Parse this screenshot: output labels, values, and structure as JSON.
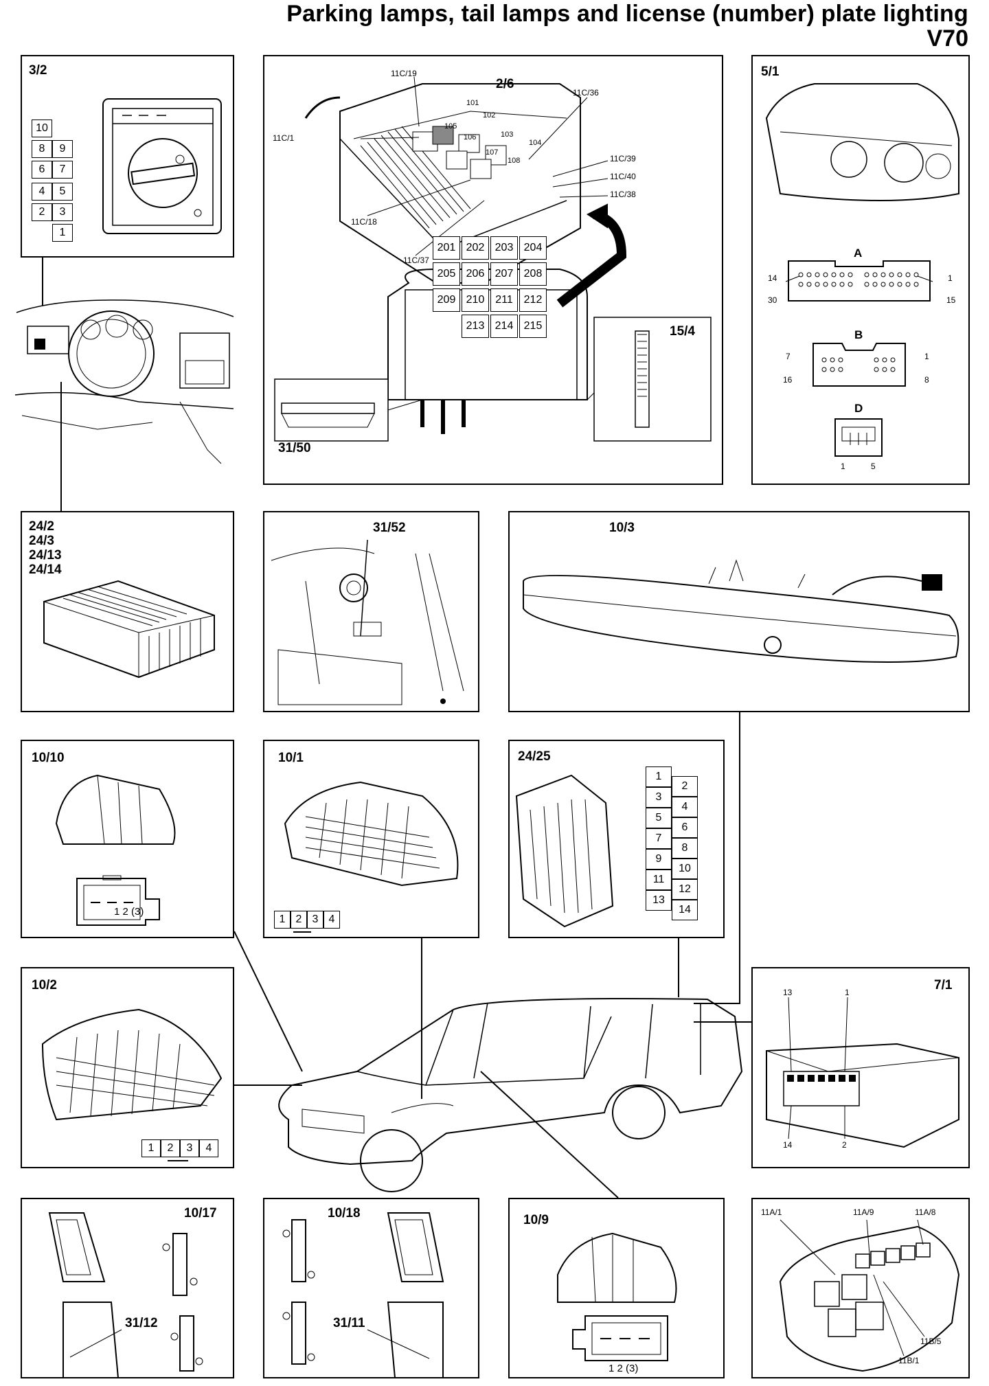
{
  "header": {
    "title": "Parking lamps, tail lamps and license (number) plate lighting",
    "model": "V70"
  },
  "panels": {
    "p3_2": {
      "label": "3/2",
      "pins": [
        "10",
        "8",
        "9",
        "6",
        "7",
        "4",
        "5",
        "2",
        "3",
        "1"
      ]
    },
    "fusebox": {
      "label": "2/6",
      "callouts": [
        "11C/19",
        "11C/36",
        "11C/1",
        "11C/39",
        "11C/40",
        "11C/38",
        "11C/18",
        "11C/37"
      ],
      "relays_top": [
        "101",
        "102",
        "103",
        "104",
        "105",
        "106",
        "107",
        "108"
      ],
      "relays_bottom": [
        "201",
        "202",
        "203",
        "204",
        "205",
        "206",
        "207",
        "208",
        "209",
        "210",
        "211",
        "212",
        "213",
        "214",
        "215"
      ],
      "sub_a": "31/50",
      "sub_b": "15/4"
    },
    "p5_1": {
      "label": "5/1",
      "conn_a": {
        "label": "A",
        "pins": [
          "14",
          "1",
          "30",
          "15"
        ]
      },
      "conn_b": {
        "label": "B",
        "pins": [
          "7",
          "1",
          "16",
          "8"
        ]
      },
      "conn_d": {
        "label": "D",
        "pins": [
          "1",
          "5"
        ]
      }
    },
    "p24_2": {
      "labels": [
        "24/2",
        "24/3",
        "24/13",
        "24/14"
      ]
    },
    "p31_52": {
      "label": "31/52"
    },
    "p10_3": {
      "label": "10/3"
    },
    "p10_10": {
      "label": "10/10",
      "pins": "1  2  (3)"
    },
    "p10_1": {
      "label": "10/1",
      "pins": [
        "1",
        "2",
        "3",
        "4"
      ]
    },
    "p24_25": {
      "label": "24/25",
      "pins": [
        "1",
        "2",
        "3",
        "4",
        "5",
        "6",
        "7",
        "8",
        "9",
        "10",
        "11",
        "12",
        "13",
        "14"
      ]
    },
    "p10_2": {
      "label": "10/2",
      "pins": [
        "1",
        "2",
        "3",
        "4"
      ]
    },
    "p7_1": {
      "label": "7/1",
      "pins": [
        "13",
        "1",
        "14",
        "2"
      ]
    },
    "p10_17": {
      "label": "10/17",
      "callout": "31/12"
    },
    "p10_18": {
      "label": "10/18",
      "callout": "31/11"
    },
    "p10_9": {
      "label": "10/9",
      "pins": "1  2  (3)"
    },
    "p11a": {
      "callouts": [
        "11A/1",
        "11A/9",
        "11A/8",
        "11B/5",
        "11B/1"
      ]
    }
  }
}
